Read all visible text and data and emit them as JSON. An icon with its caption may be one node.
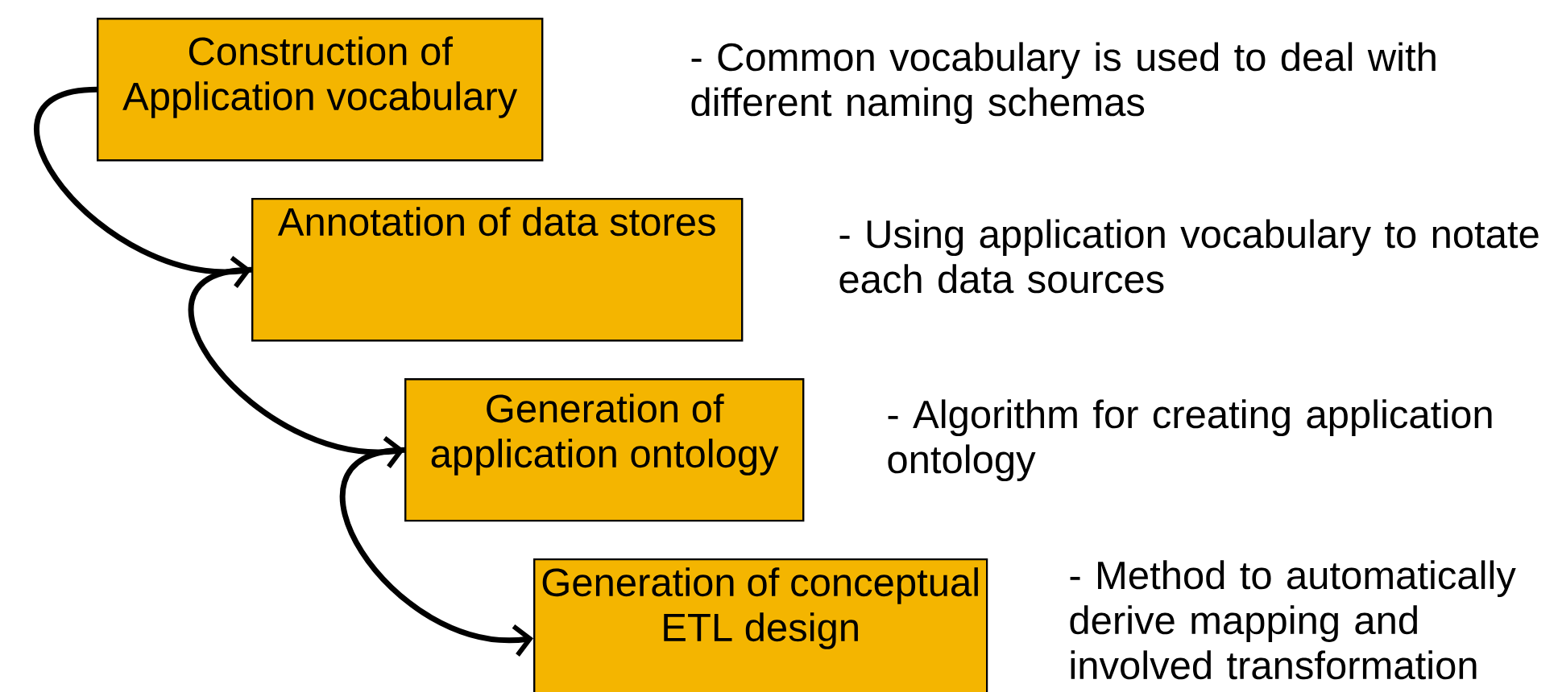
{
  "diagram": {
    "nodes": [
      {
        "text": [
          "Construction of Application vocabulary"
        ]
      },
      {
        "text": [
          "Annotation of data stores"
        ]
      },
      {
        "text": [
          "Generation of application ontology"
        ]
      },
      {
        "text": [
          "Generation of conceptual ETL design"
        ]
      }
    ],
    "edges": [
      {
        "from": 0,
        "to": 1,
        "arrow": "to"
      },
      {
        "from": 1,
        "to": 2,
        "arrow": "to"
      },
      {
        "from": 2,
        "to": 3,
        "arrow": "to"
      }
    ],
    "labels": [
      "-  Common vocabulary is used to deal with different naming schemas",
      "- Using application vocabulary to notate each data sources",
      "- Algorithm for creating application ontology",
      "- Method to automatically derive mapping and involved transformation"
    ]
  }
}
